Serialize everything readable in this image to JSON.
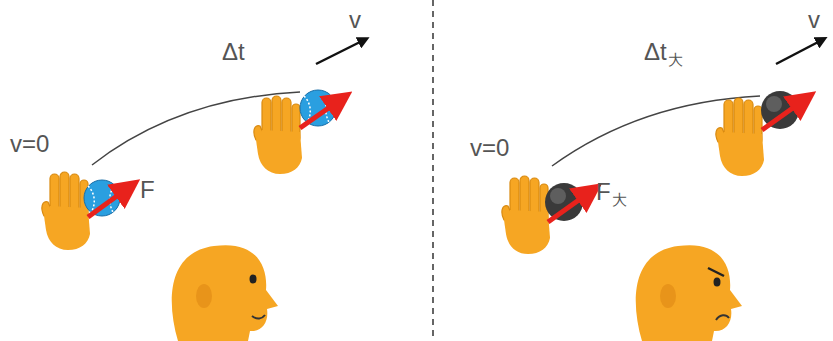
{
  "diagram": {
    "labels": [
      "v",
      "Δt",
      "v=0",
      "F",
      "v",
      "Δt",
      "大",
      "v=0",
      "F",
      "大"
    ]
  }
}
